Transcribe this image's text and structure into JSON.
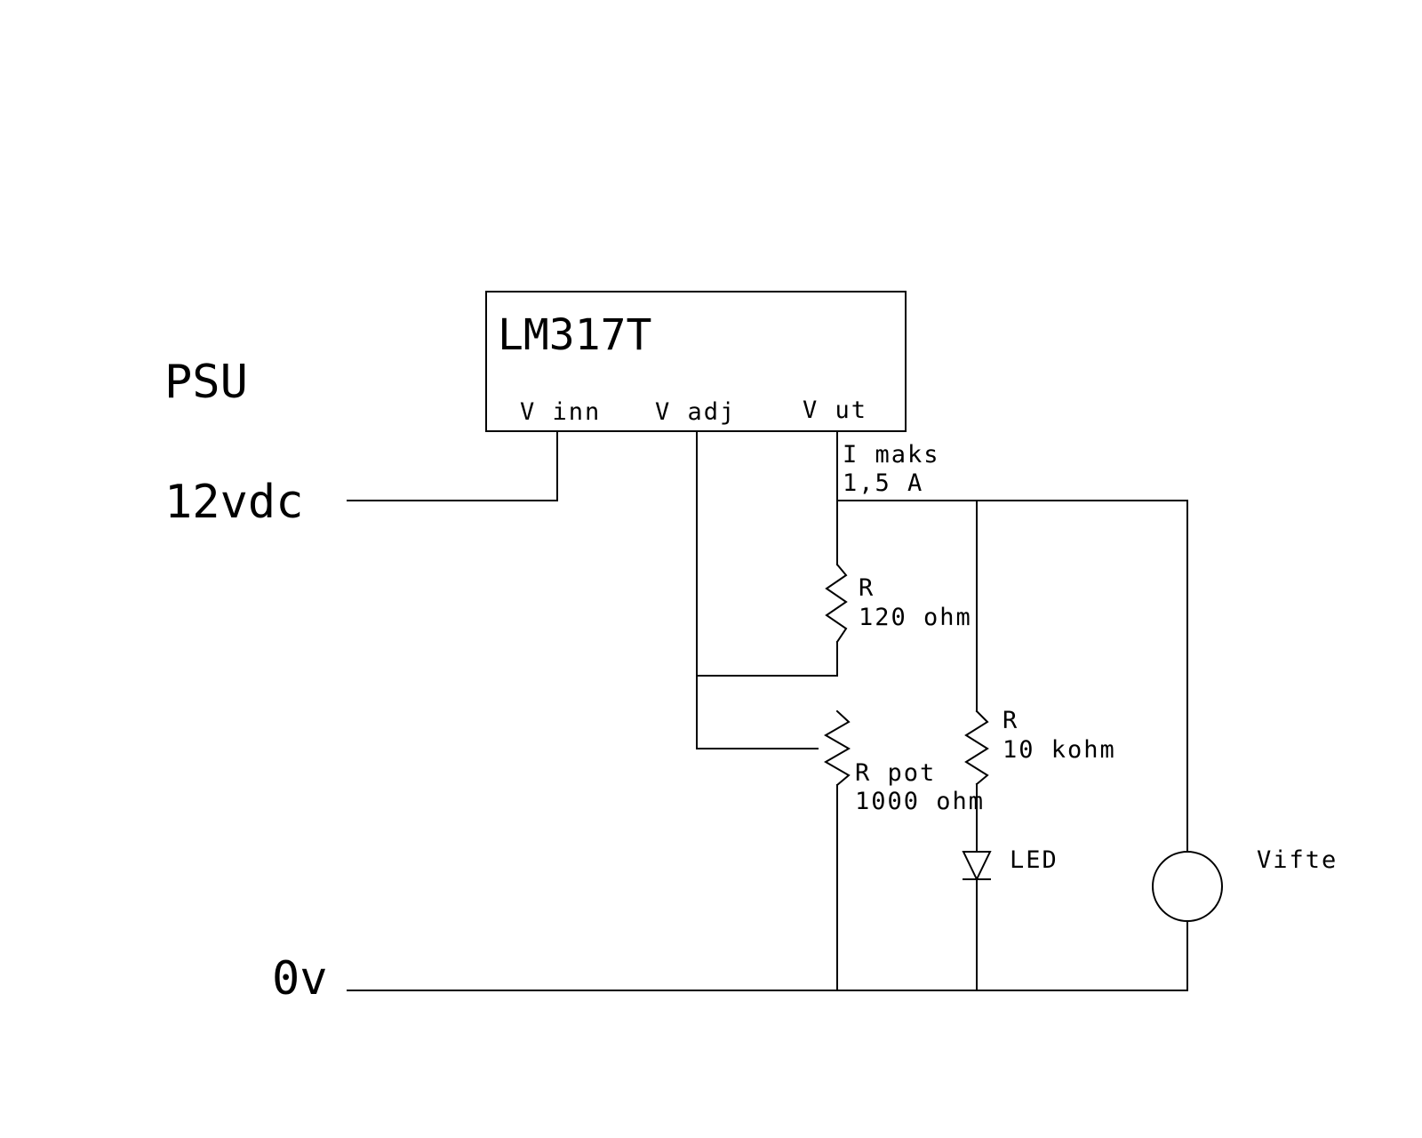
{
  "colors": {
    "background": "#ffffff",
    "ink": "#000000"
  },
  "labels": {
    "psu": "PSU",
    "v12": "12vdc",
    "zero": "0v",
    "regulator": "LM317T",
    "pin_in": "V inn",
    "pin_adj": "V adj",
    "pin_out": "V ut",
    "imax_line1": "I maks",
    "imax_line2": "1,5 A",
    "r1_name": "R",
    "r1_value": "120 ohm",
    "rpot_name": "R pot",
    "rpot_value": "1000 ohm",
    "r3_name": "R",
    "r3_value": "10 kohm",
    "led": "LED",
    "fan": "Vifte"
  }
}
